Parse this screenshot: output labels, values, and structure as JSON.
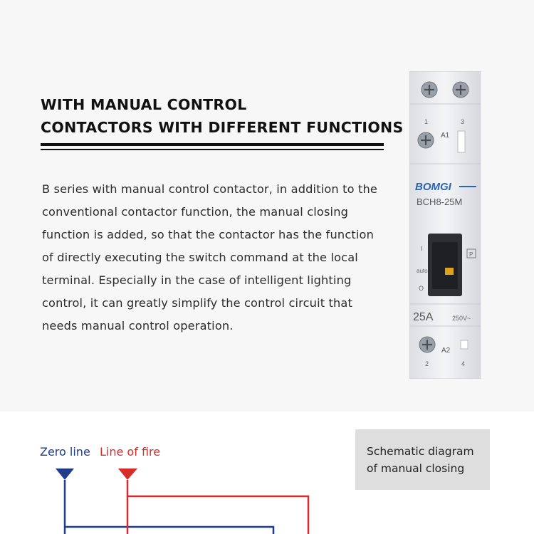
{
  "heading": {
    "line1": "WITH MANUAL CONTROL",
    "line2": "CONTACTORS WITH DIFFERENT FUNCTIONS"
  },
  "description": {
    "lines": [
      "B series with manual control contactor, in addition to the",
      "conventional contactor function, the manual closing",
      "function is added, so that the contactor has the function",
      "of directly executing the switch command at the local",
      "terminal. Especially in the case of intelligent lighting",
      "control, it can greatly simplify the control circuit that",
      "needs manual control operation."
    ]
  },
  "product": {
    "brand": "BOMGI",
    "model": "BCH8-25M",
    "terminal_1": "1",
    "terminal_3": "3",
    "terminal_a1": "A1",
    "terminal_a2": "A2",
    "terminal_2": "2",
    "terminal_4": "4",
    "mode_i": "I",
    "mode_auto": "auto",
    "mode_o": "O",
    "mode_p": "P",
    "current": "25A",
    "voltage": "250V~"
  },
  "diagram": {
    "caption_line1": "Schematic diagram",
    "caption_line2": "of manual closing",
    "zero_line_label": "Zero line",
    "fire_line_label": "Line of fire",
    "zero_color": "#1f3d8a",
    "fire_color": "#d62c2c"
  }
}
